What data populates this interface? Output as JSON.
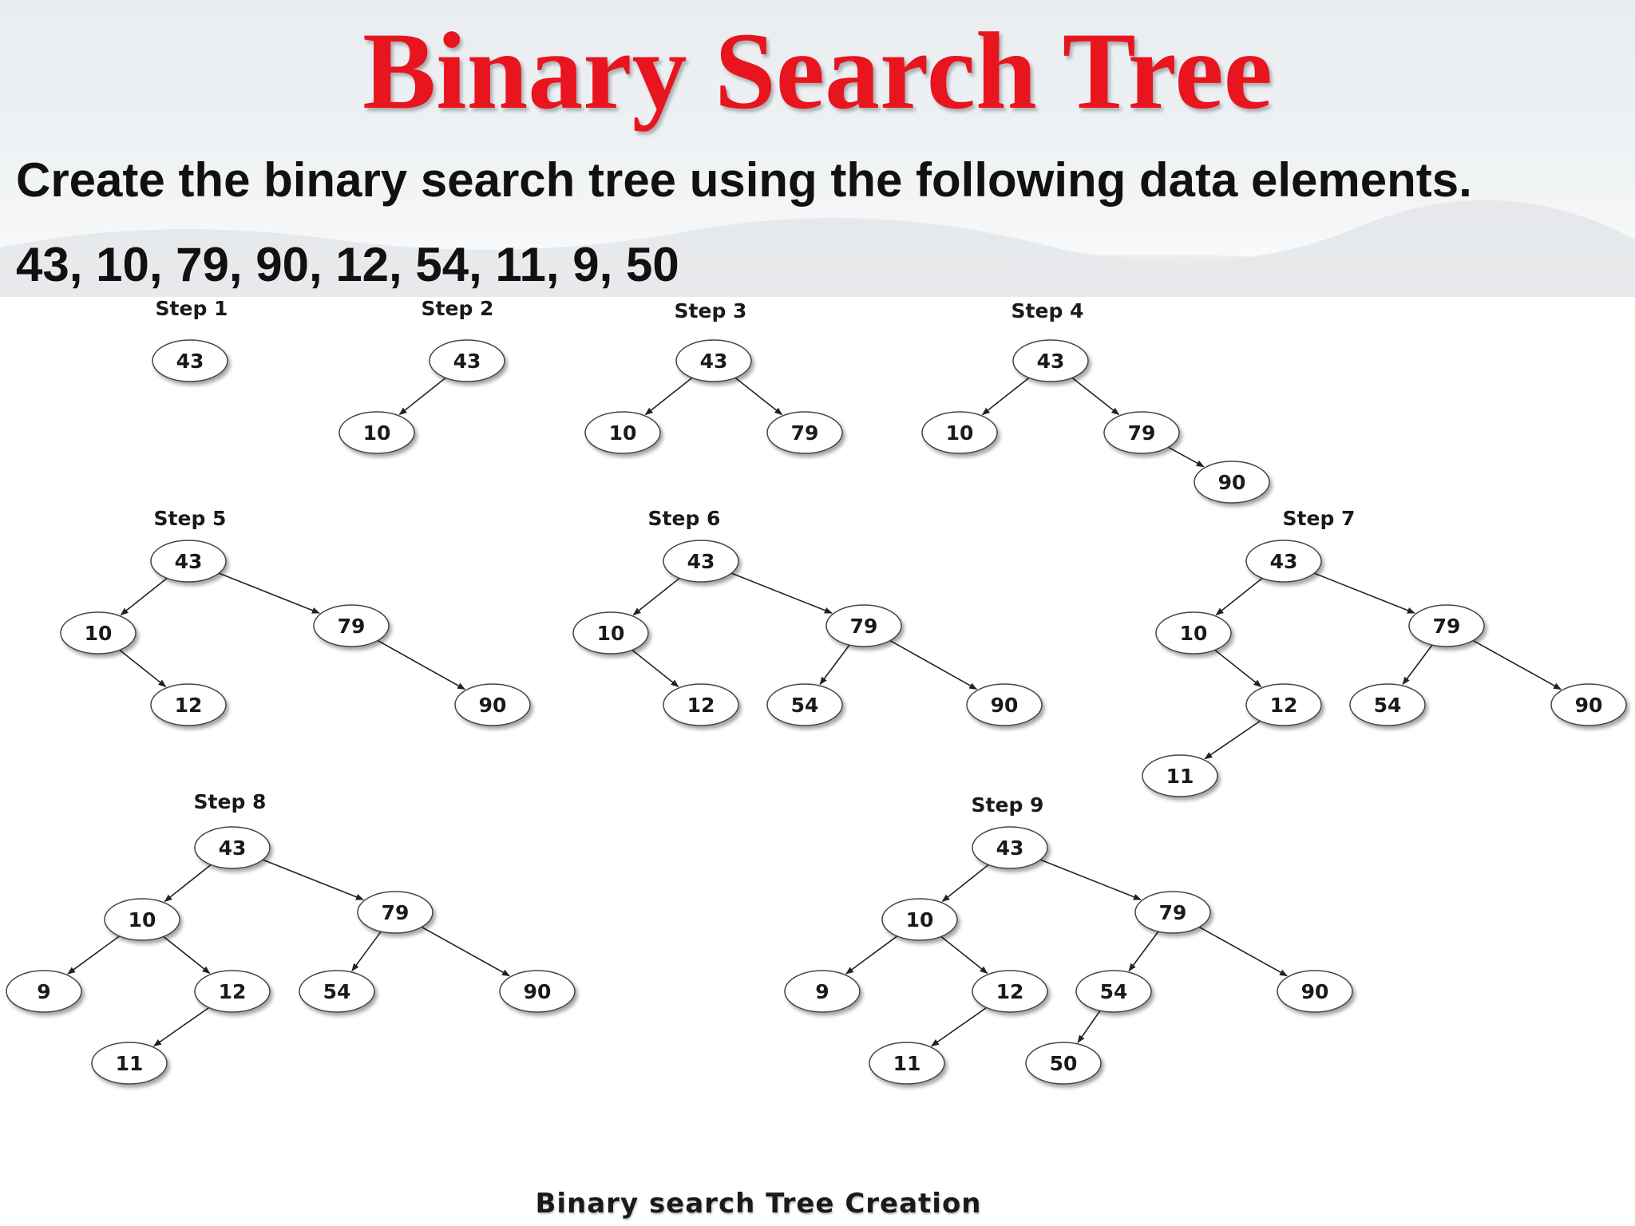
{
  "title": "Binary Search Tree",
  "subtitle": "Create the binary search tree using the following data elements.",
  "sequence": "43, 10, 79, 90, 12, 54, 11, 9, 50",
  "caption": "Binary search Tree Creation",
  "colors": {
    "title": "#e8141e",
    "text": "#111111",
    "node_fill": "#ffffff",
    "node_stroke": "#444444"
  },
  "steps": [
    {
      "label": "Step 1",
      "nodes": [
        "43"
      ],
      "edges": []
    },
    {
      "label": "Step 2",
      "nodes": [
        "43",
        "10"
      ],
      "edges": [
        [
          "43",
          "10"
        ]
      ]
    },
    {
      "label": "Step 3",
      "nodes": [
        "43",
        "10",
        "79"
      ],
      "edges": [
        [
          "43",
          "10"
        ],
        [
          "43",
          "79"
        ]
      ]
    },
    {
      "label": "Step 4",
      "nodes": [
        "43",
        "10",
        "79",
        "90"
      ],
      "edges": [
        [
          "43",
          "10"
        ],
        [
          "43",
          "79"
        ],
        [
          "79",
          "90"
        ]
      ]
    },
    {
      "label": "Step 5",
      "nodes": [
        "43",
        "10",
        "79",
        "12",
        "90"
      ],
      "edges": [
        [
          "43",
          "10"
        ],
        [
          "43",
          "79"
        ],
        [
          "10",
          "12"
        ],
        [
          "79",
          "90"
        ]
      ]
    },
    {
      "label": "Step 6",
      "nodes": [
        "43",
        "10",
        "79",
        "12",
        "54",
        "90"
      ],
      "edges": [
        [
          "43",
          "10"
        ],
        [
          "43",
          "79"
        ],
        [
          "10",
          "12"
        ],
        [
          "79",
          "54"
        ],
        [
          "79",
          "90"
        ]
      ]
    },
    {
      "label": "Step 7",
      "nodes": [
        "43",
        "10",
        "79",
        "12",
        "54",
        "90",
        "11"
      ],
      "edges": [
        [
          "43",
          "10"
        ],
        [
          "43",
          "79"
        ],
        [
          "10",
          "12"
        ],
        [
          "79",
          "54"
        ],
        [
          "79",
          "90"
        ],
        [
          "12",
          "11"
        ]
      ]
    },
    {
      "label": "Step 8",
      "nodes": [
        "43",
        "10",
        "79",
        "9",
        "12",
        "54",
        "90",
        "11"
      ],
      "edges": [
        [
          "43",
          "10"
        ],
        [
          "43",
          "79"
        ],
        [
          "10",
          "9"
        ],
        [
          "10",
          "12"
        ],
        [
          "79",
          "54"
        ],
        [
          "79",
          "90"
        ],
        [
          "12",
          "11"
        ]
      ]
    },
    {
      "label": "Step 9",
      "nodes": [
        "43",
        "10",
        "79",
        "9",
        "12",
        "54",
        "90",
        "11",
        "50"
      ],
      "edges": [
        [
          "43",
          "10"
        ],
        [
          "43",
          "79"
        ],
        [
          "10",
          "9"
        ],
        [
          "10",
          "12"
        ],
        [
          "79",
          "54"
        ],
        [
          "79",
          "90"
        ],
        [
          "12",
          "11"
        ],
        [
          "54",
          "50"
        ]
      ]
    }
  ]
}
